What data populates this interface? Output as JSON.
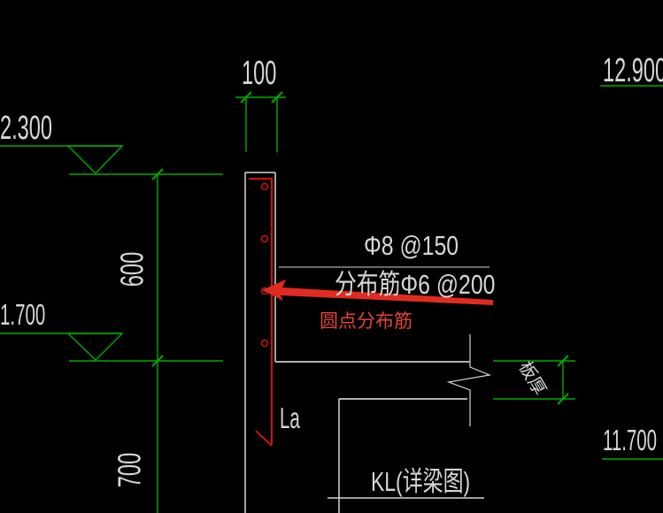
{
  "colors": {
    "background": "#000000",
    "dimension_green": "#00aa00",
    "structure_white": "#d6d6d6",
    "structure_gray": "#b0b0b0",
    "rebar_red": "#cf1111",
    "annotation_red": "#e24538"
  },
  "dims": {
    "top_width": "100",
    "upper_height": "600",
    "lower_height": "700",
    "slab_thickness": "板厚"
  },
  "elevations": {
    "left_top": "2.300",
    "left_mid": "1.700",
    "right_top": "12.900",
    "right_bottom": "11.700"
  },
  "rebar": {
    "top_bar": "Φ8 @150",
    "distribution": "分布筋Φ6 @200",
    "dot_note": "圆点分布筋",
    "anchorage": "La"
  },
  "beam": {
    "label": "KL(详梁图)"
  }
}
